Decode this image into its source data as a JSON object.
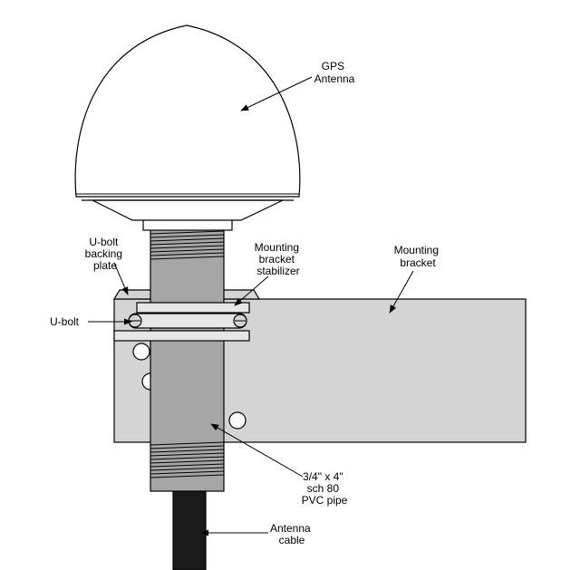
{
  "labels": {
    "gps_antenna": [
      "GPS",
      "Antenna"
    ],
    "ubolt_backing_plate": [
      "U-bolt",
      "backing",
      "plate"
    ],
    "mounting_bracket_stabilizer": [
      "Mounting",
      "bracket",
      "stabilizer"
    ],
    "mounting_bracket": [
      "Mounting",
      "bracket"
    ],
    "ubolt": [
      "U-bolt"
    ],
    "pvc_pipe": [
      "3/4\" x 4\"",
      "sch 80",
      "PVC pipe"
    ],
    "antenna_cable": [
      "Antenna",
      "cable"
    ]
  },
  "colors": {
    "bracket_fill": "#d4d4d4",
    "pipe_fill": "#a6a6a6",
    "cable_fill": "#1a1a1a",
    "antenna_fill": "#ffffff",
    "stroke": "#000000"
  }
}
